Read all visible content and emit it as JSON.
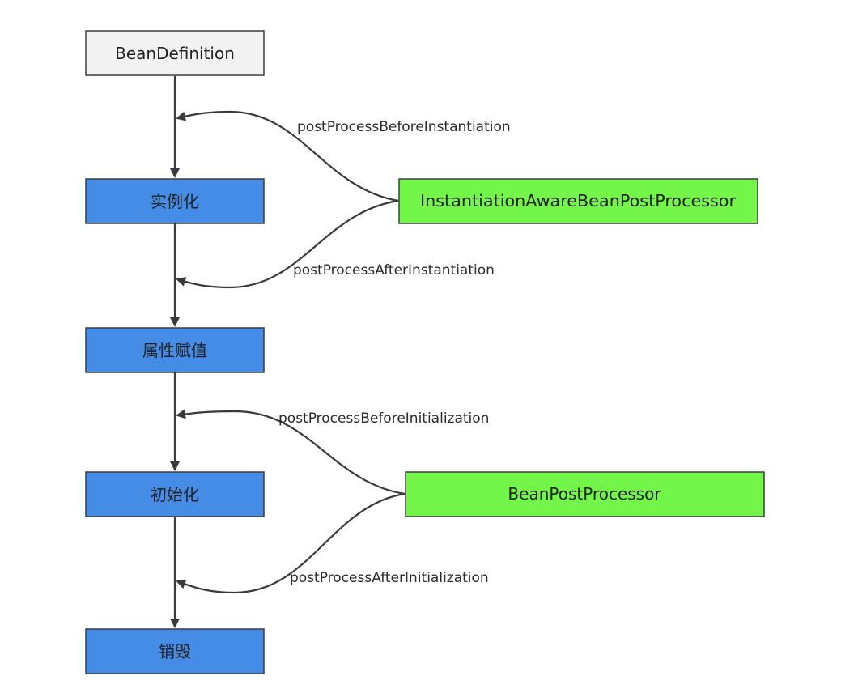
{
  "colors": {
    "start_fill": "#f2f2f2",
    "stage_fill": "#448ce6",
    "processor_fill": "#74f54a",
    "edge": "#3a3a3a"
  },
  "nodes": {
    "bean_definition": "BeanDefinition",
    "instantiation": "实例化",
    "property_assignment": "属性赋值",
    "initialization": "初始化",
    "destruction": "销毁",
    "instantiation_aware_processor": "InstantiationAwareBeanPostProcessor",
    "bean_post_processor": "BeanPostProcessor"
  },
  "edges": {
    "before_instantiation": "postProcessBeforeInstantiation",
    "after_instantiation": "postProcessAfterInstantiation",
    "before_initialization": "postProcessBeforeInitialization",
    "after_initialization": "postProcessAfterInitialization"
  }
}
